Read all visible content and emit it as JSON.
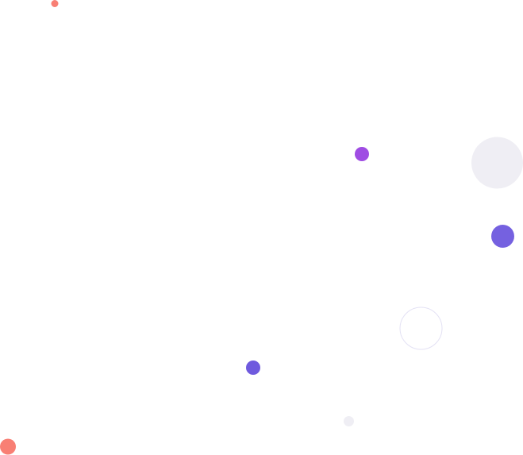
{
  "decoration": {
    "colors": {
      "coral": "#f87f74",
      "purple": "#9f4ce3",
      "indigo": "#7561e0",
      "indigo_small": "#6f5ade",
      "pale_lavender": "#efeef4",
      "outline_lavender": "#e3e1f4"
    },
    "shapes": [
      "coral-dot-small",
      "purple-dot",
      "pale-circle-large",
      "indigo-dot-large",
      "outline-circle",
      "indigo-dot-small",
      "pale-dot-small",
      "coral-dot-large"
    ]
  }
}
